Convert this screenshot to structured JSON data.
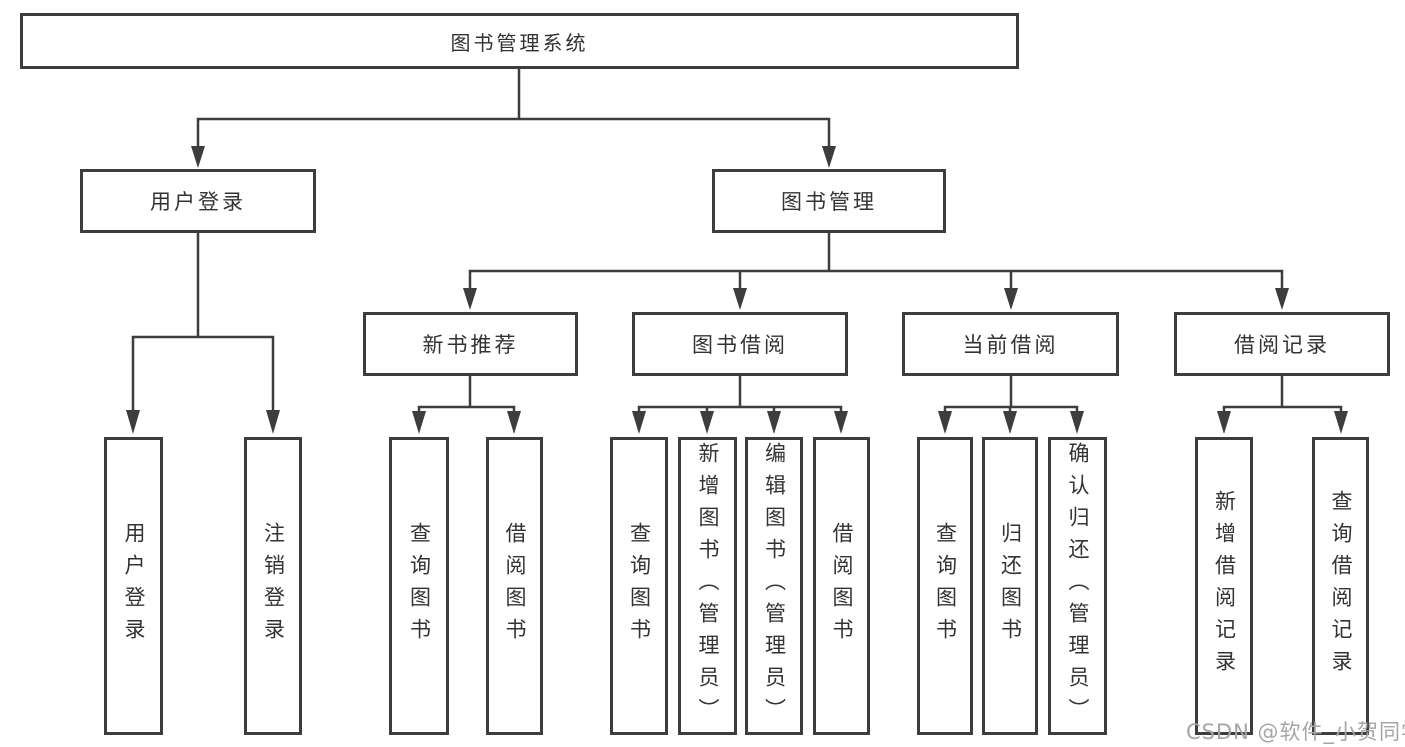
{
  "colors": {
    "line": "#3d3d3d",
    "box_border": "#3d3d3d",
    "text": "#333333",
    "background": "#ffffff",
    "watermark_text": "#a6a6a6"
  },
  "watermark": "CSDN @软件_小贺同学",
  "tree": {
    "root": "图书管理系统",
    "branches": [
      {
        "label": "用户登录",
        "children": [
          "用户登录",
          "注销登录"
        ]
      },
      {
        "label": "图书管理",
        "children": [
          {
            "label": "新书推荐",
            "children": [
              "查询图书",
              "借阅图书"
            ]
          },
          {
            "label": "图书借阅",
            "children": [
              "查询图书",
              "新增图书（管理员）",
              "编辑图书（管理员）",
              "借阅图书"
            ]
          },
          {
            "label": "当前借阅",
            "children": [
              "查询图书",
              "归还图书",
              "确认归还（管理员）"
            ]
          },
          {
            "label": "借阅记录",
            "children": [
              "新增借阅记录",
              "查询借阅记录"
            ]
          }
        ]
      }
    ]
  }
}
